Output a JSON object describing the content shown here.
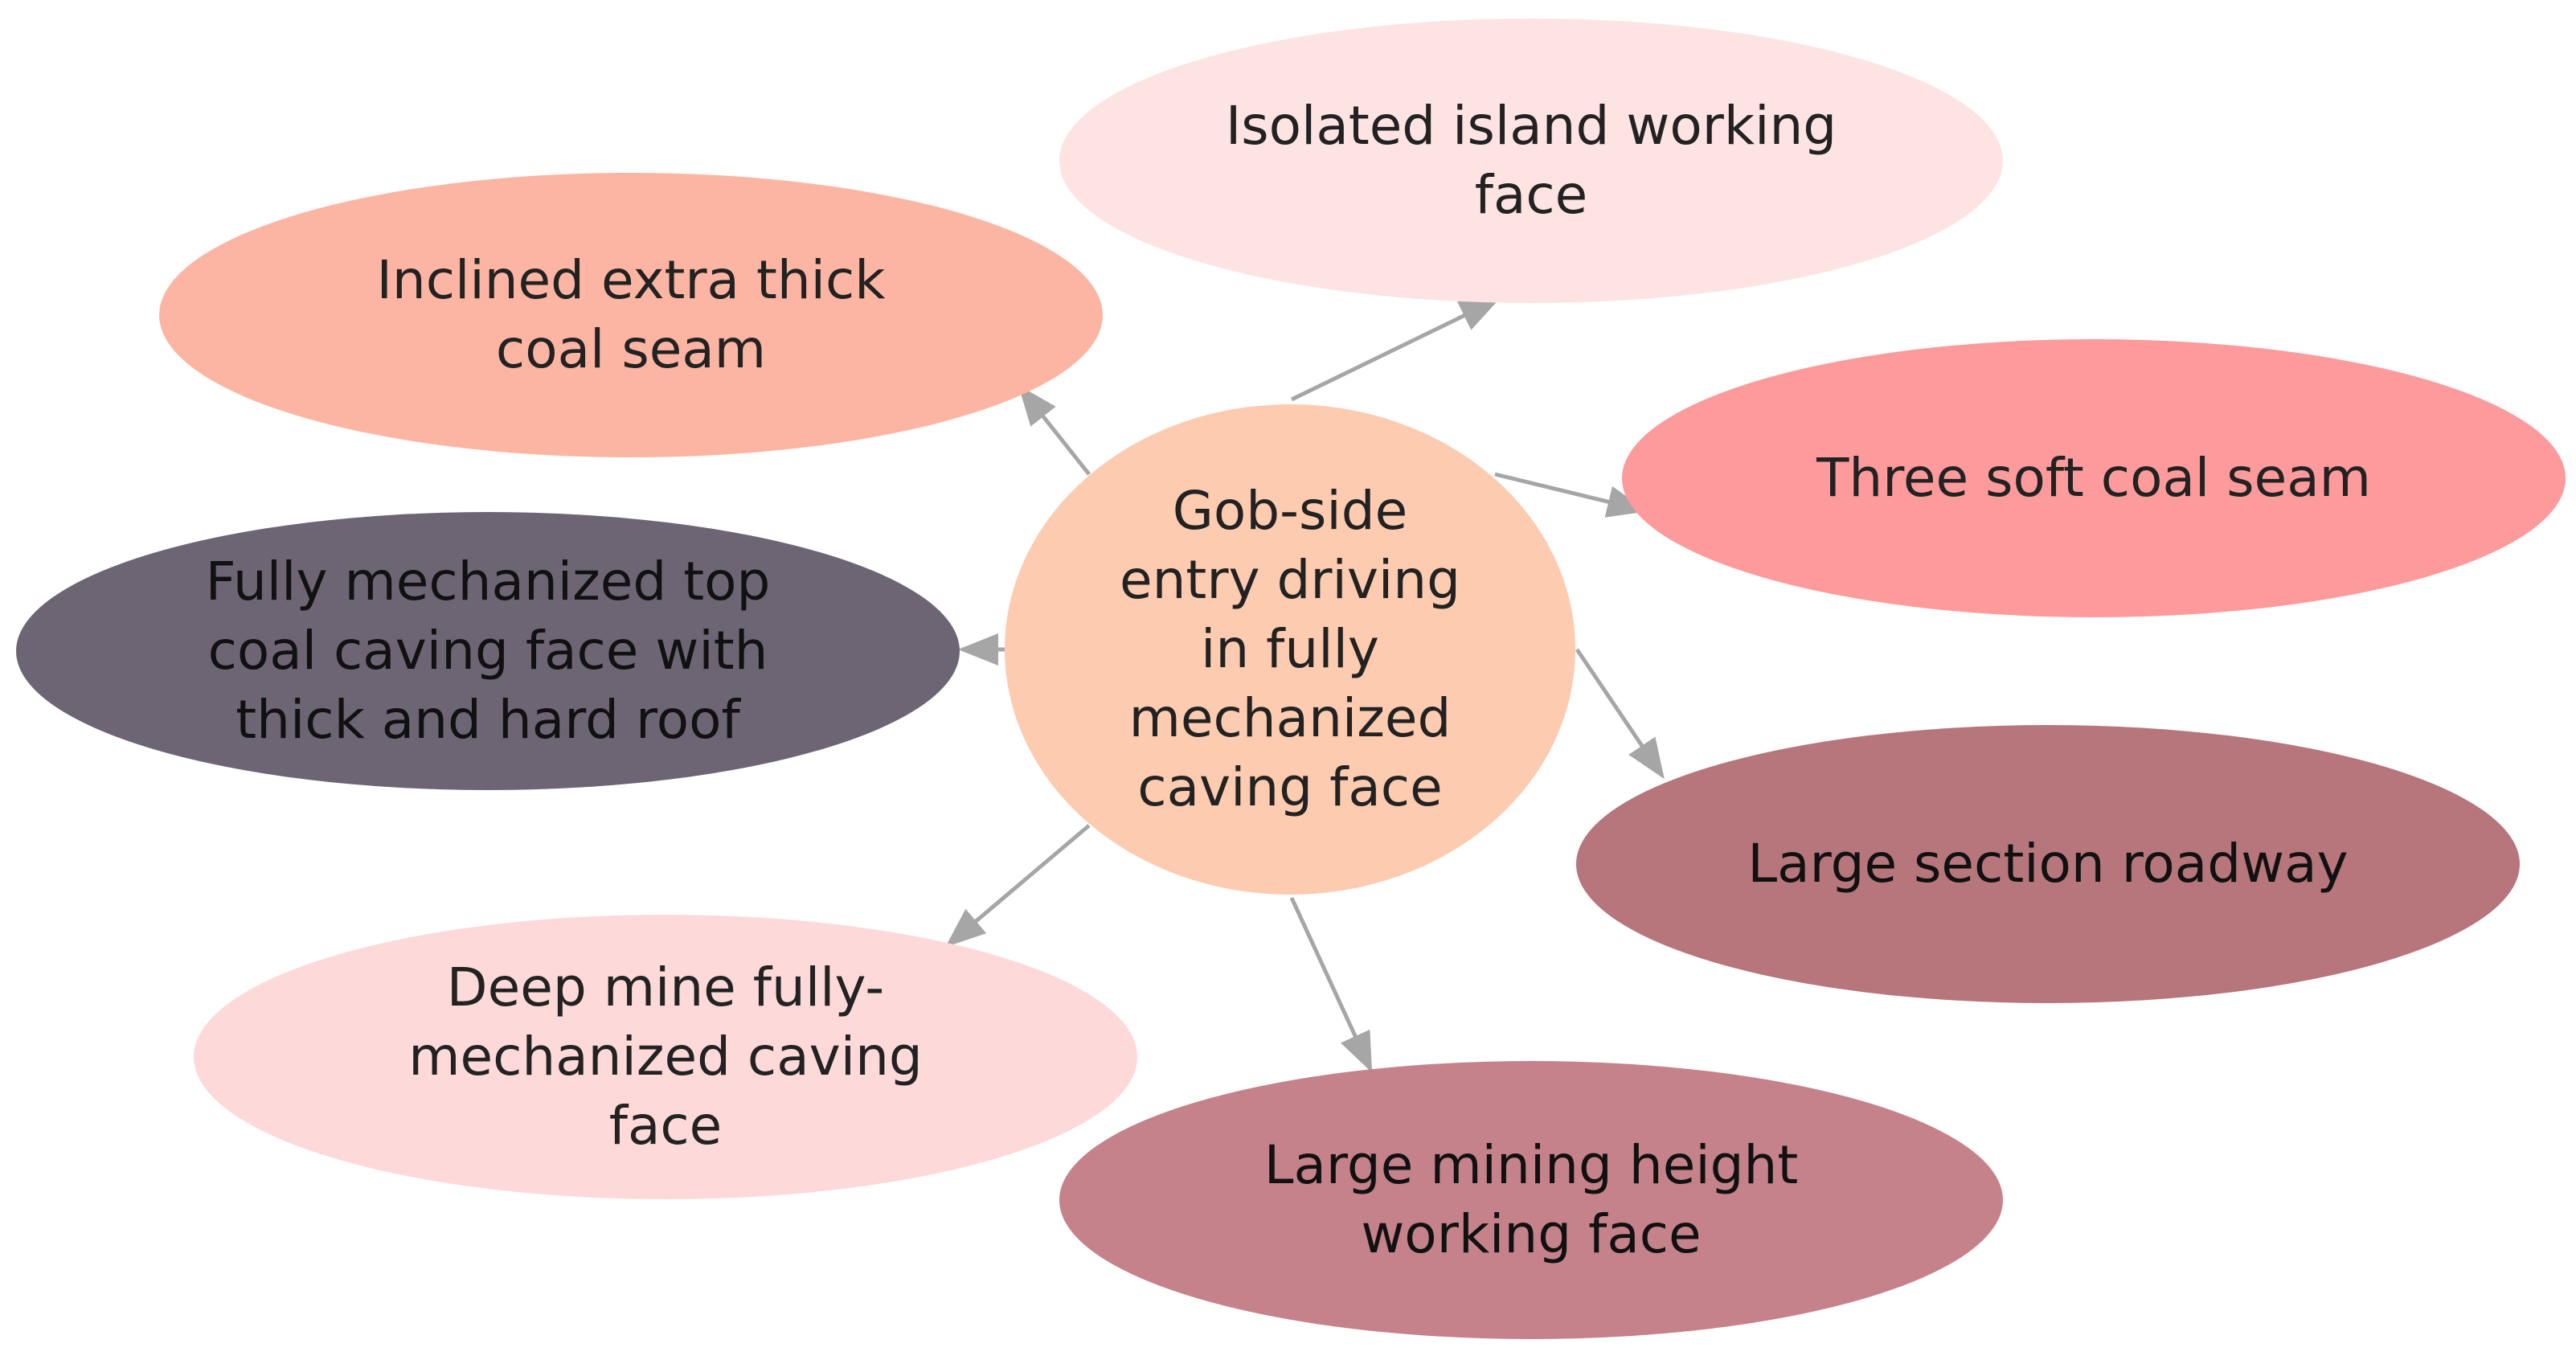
{
  "diagram": {
    "center": {
      "lines": [
        "Gob-side",
        "entry driving",
        "in fully",
        "mechanized",
        "caving face"
      ],
      "color": "#fccbb0",
      "text_color": "#222222"
    },
    "nodes": [
      {
        "id": "isolated-island",
        "lines": [
          "Isolated island working",
          "face"
        ],
        "color": "#fee3e3",
        "text_color": "#222222"
      },
      {
        "id": "inclined-extra-thick",
        "lines": [
          "Inclined extra thick",
          "coal seam"
        ],
        "color": "#fcb5a3",
        "text_color": "#222222"
      },
      {
        "id": "three-soft",
        "lines": [
          "Three soft coal seam"
        ],
        "color": "#fd9a9c",
        "text_color": "#222222"
      },
      {
        "id": "thick-hard-roof",
        "lines": [
          "Fully mechanized top",
          "coal caving face with",
          "thick and hard roof"
        ],
        "color": "#6d6574",
        "text_color": "#111111"
      },
      {
        "id": "large-section",
        "lines": [
          "Large section roadway"
        ],
        "color": "#b6767b",
        "text_color": "#111111"
      },
      {
        "id": "deep-mine",
        "lines": [
          "Deep mine fully-",
          "mechanized caving",
          "face"
        ],
        "color": "#fdd9d9",
        "text_color": "#222222"
      },
      {
        "id": "large-mining-height",
        "lines": [
          "Large mining height",
          "working face"
        ],
        "color": "#c5828b",
        "text_color": "#111111"
      }
    ],
    "arrow_color": "#a6a6a6"
  }
}
